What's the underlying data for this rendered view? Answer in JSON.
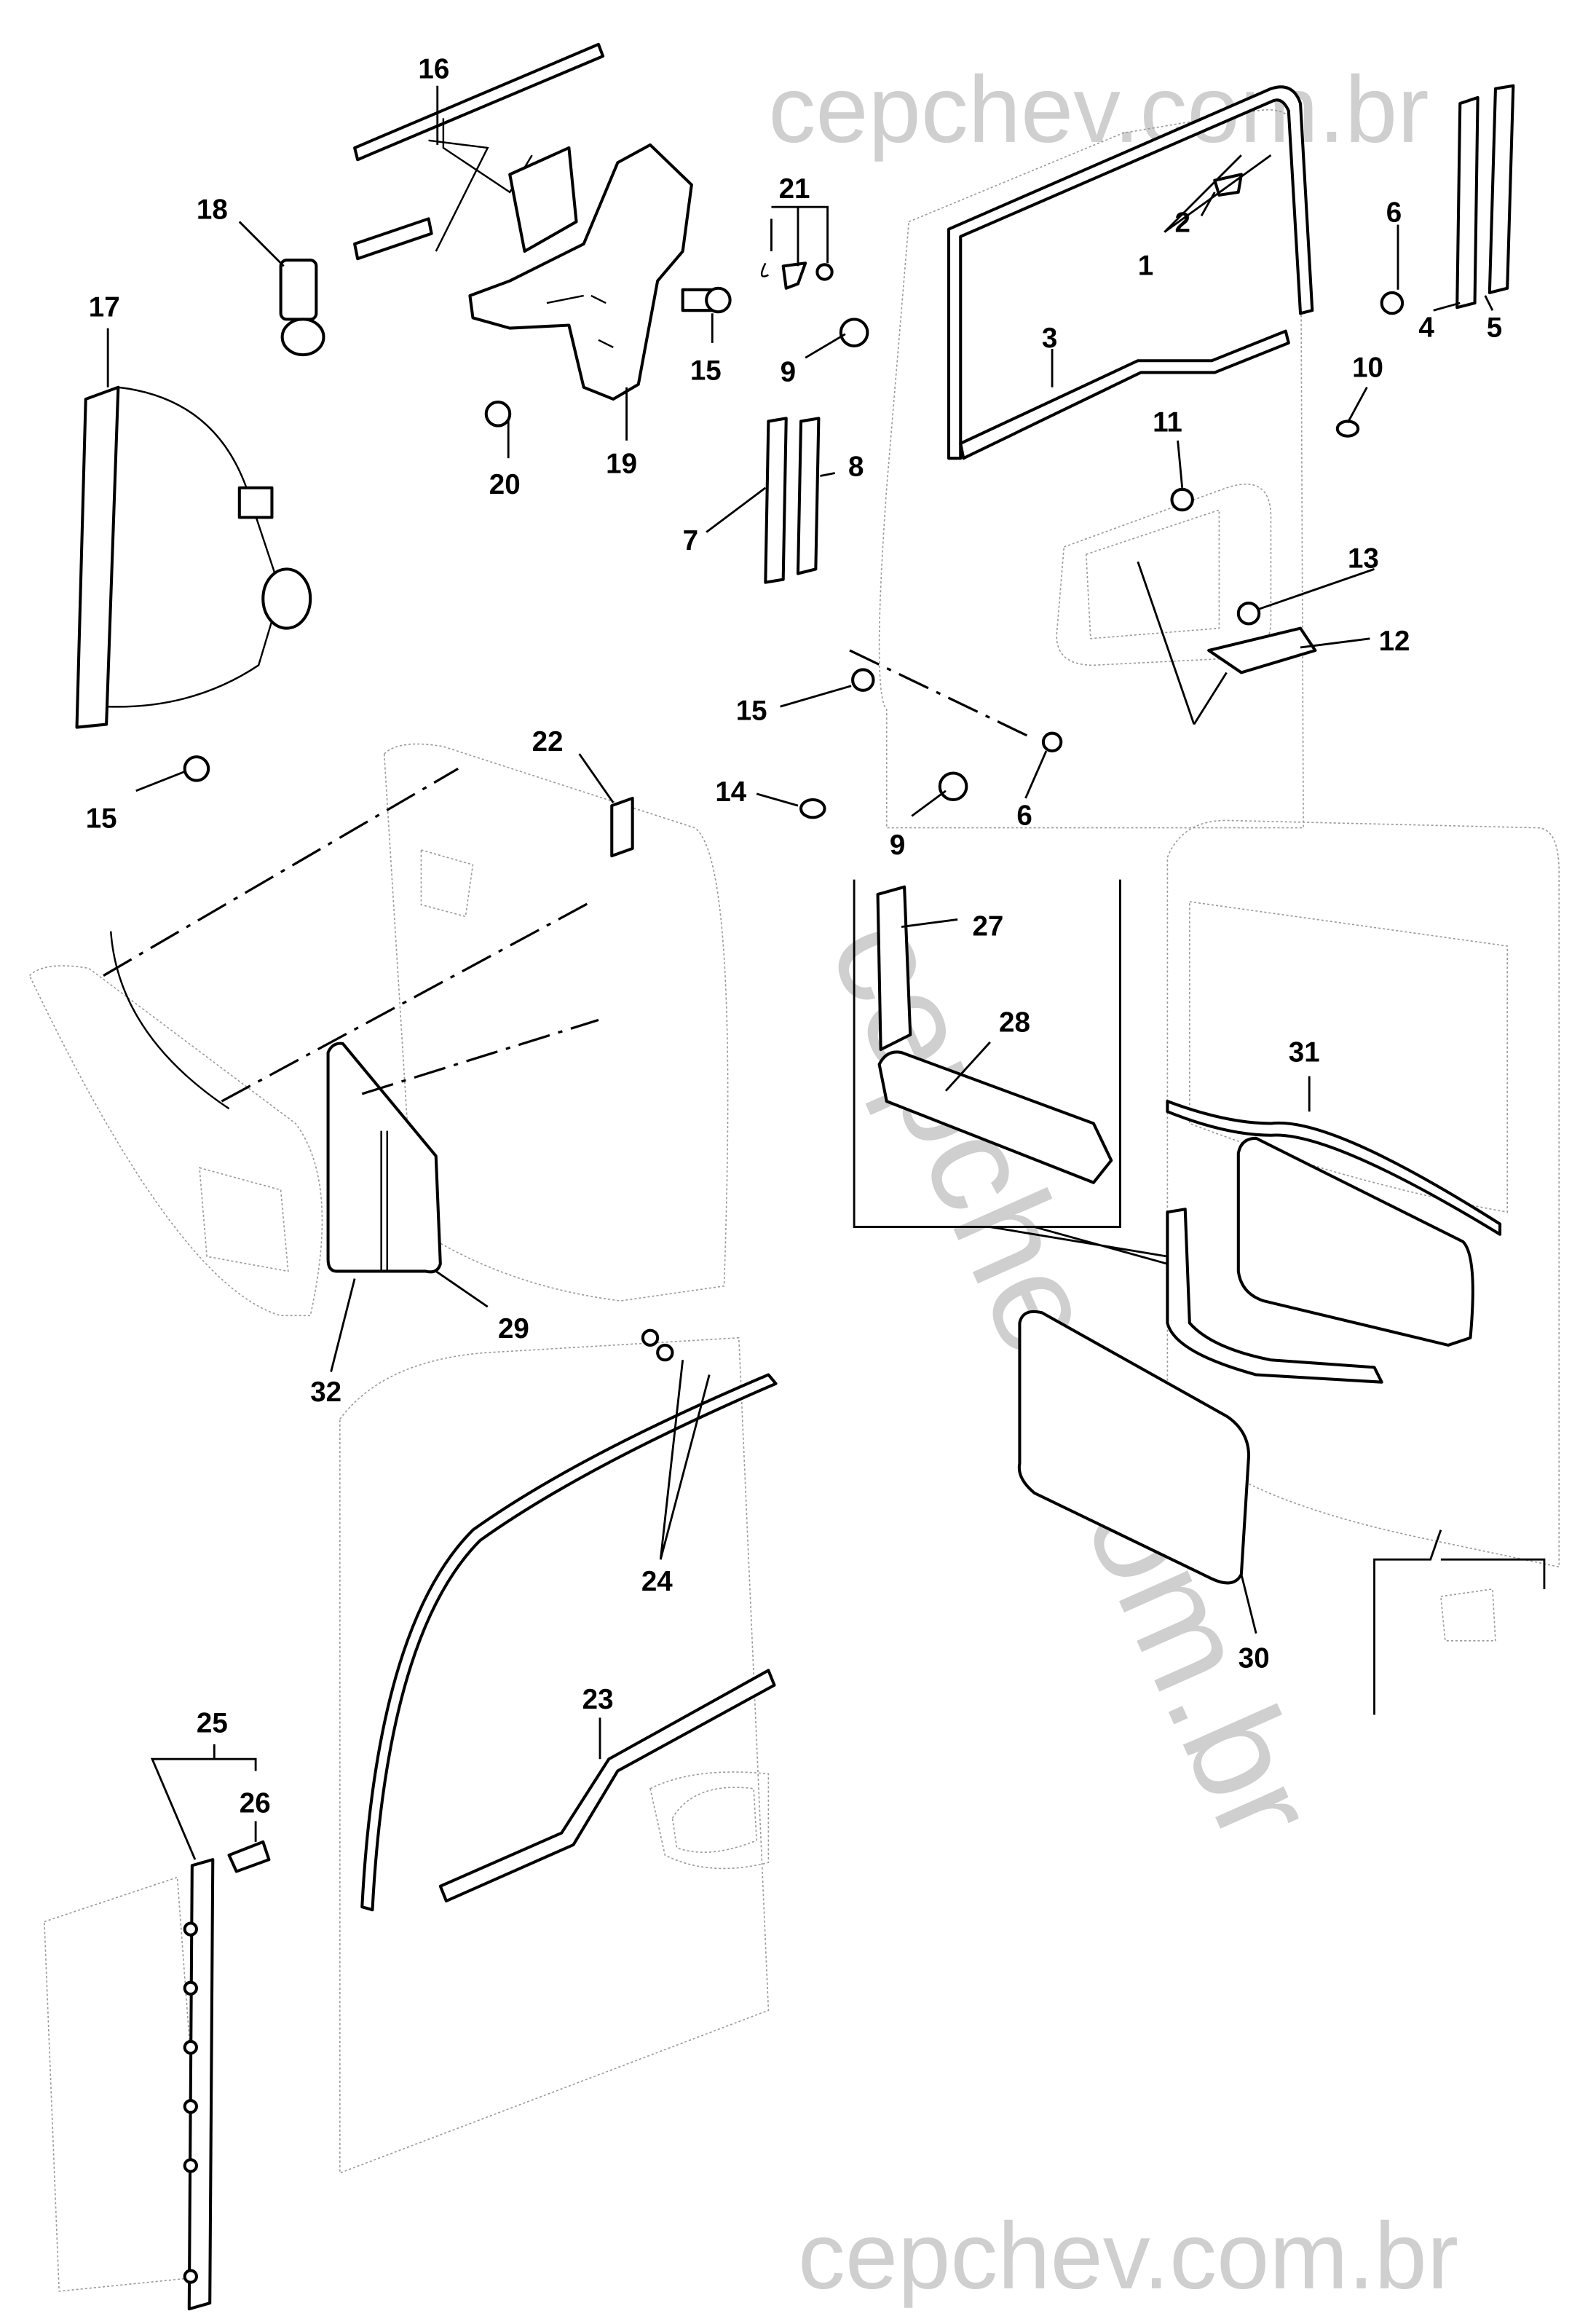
{
  "diagram": {
    "title": "",
    "watermark": {
      "top": "cepchev.com.br",
      "diagonal": "cepchev.com.br",
      "bottom": "cepchev.com.br"
    },
    "callouts": [
      {
        "id": "1",
        "label": "1"
      },
      {
        "id": "2",
        "label": "2"
      },
      {
        "id": "3",
        "label": "3"
      },
      {
        "id": "4",
        "label": "4"
      },
      {
        "id": "5",
        "label": "5"
      },
      {
        "id": "6a",
        "label": "6"
      },
      {
        "id": "6b",
        "label": "6"
      },
      {
        "id": "7",
        "label": "7"
      },
      {
        "id": "8",
        "label": "8"
      },
      {
        "id": "9a",
        "label": "9"
      },
      {
        "id": "9b",
        "label": "9"
      },
      {
        "id": "10",
        "label": "10"
      },
      {
        "id": "11",
        "label": "11"
      },
      {
        "id": "12",
        "label": "12"
      },
      {
        "id": "13",
        "label": "13"
      },
      {
        "id": "14",
        "label": "14"
      },
      {
        "id": "15a",
        "label": "15"
      },
      {
        "id": "15b",
        "label": "15"
      },
      {
        "id": "15c",
        "label": "15"
      },
      {
        "id": "16",
        "label": "16"
      },
      {
        "id": "17",
        "label": "17"
      },
      {
        "id": "18",
        "label": "18"
      },
      {
        "id": "19",
        "label": "19"
      },
      {
        "id": "20",
        "label": "20"
      },
      {
        "id": "21",
        "label": "21"
      },
      {
        "id": "22",
        "label": "22"
      },
      {
        "id": "23",
        "label": "23"
      },
      {
        "id": "24",
        "label": "24"
      },
      {
        "id": "25",
        "label": "25"
      },
      {
        "id": "26",
        "label": "26"
      },
      {
        "id": "27",
        "label": "27"
      },
      {
        "id": "28",
        "label": "28"
      },
      {
        "id": "29",
        "label": "29"
      },
      {
        "id": "30",
        "label": "30"
      },
      {
        "id": "31",
        "label": "31"
      },
      {
        "id": "32",
        "label": "32"
      }
    ]
  }
}
